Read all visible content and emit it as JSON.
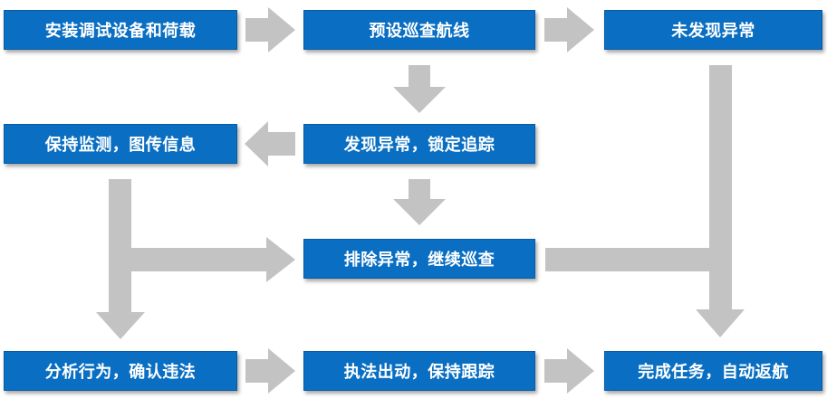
{
  "colors": {
    "box_fill": "#0a6fc2",
    "box_text": "#ffffff",
    "arrow": "#c3c3c3"
  },
  "nodes": {
    "install": "安装调试设备和荷载",
    "preset_route": "预设巡查航线",
    "no_anomaly": "未发现异常",
    "keep_monitor": "保持监测，图传信息",
    "found_anomaly": "发现异常，锁定追踪",
    "clear_anomaly": "排除异常，继续巡查",
    "analyze": "分析行为，确认违法",
    "enforce": "执法出动，保持跟踪",
    "complete": "完成任务，自动返航"
  }
}
